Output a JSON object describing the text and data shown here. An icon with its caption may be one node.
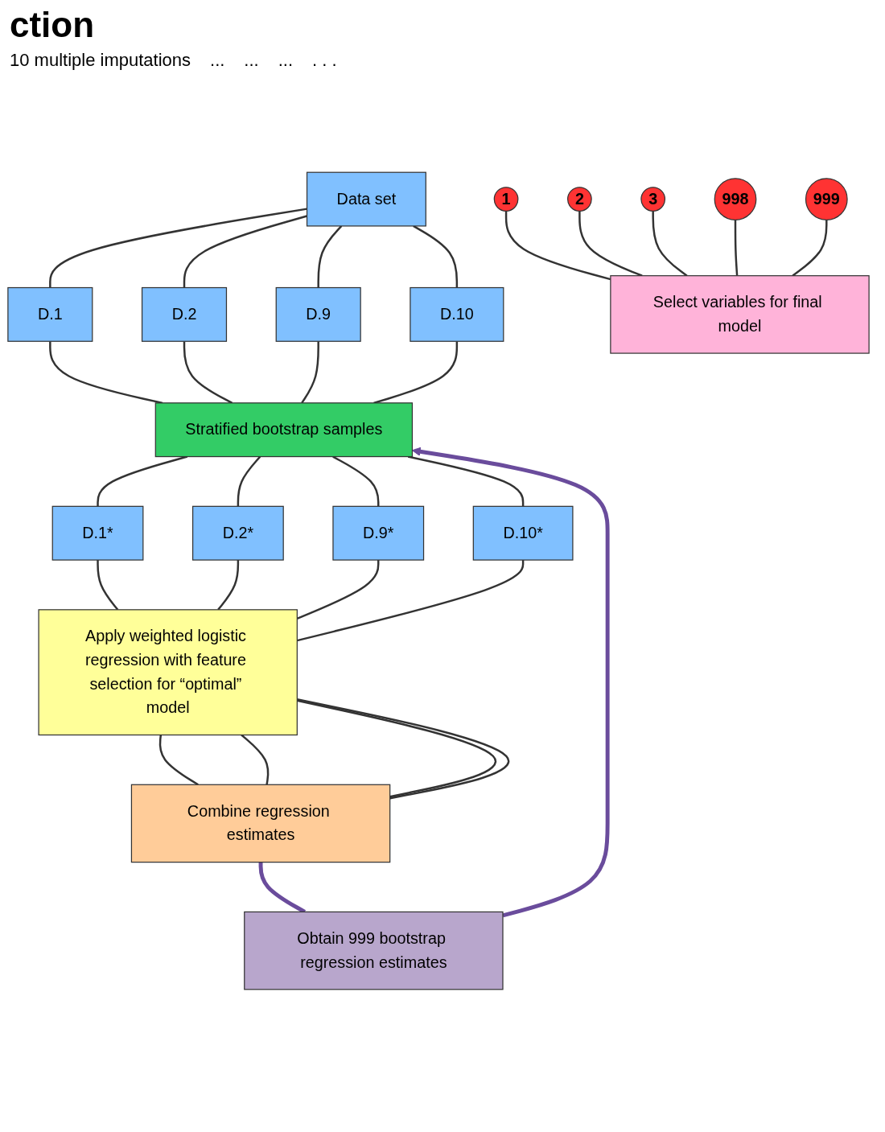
{
  "diagram": {
    "title": "ction",
    "nodes": [
      {
        "text": [
          "Data set"
        ]
      },
      {
        "text": [
          "D.1"
        ]
      },
      {
        "text": [
          "D.2"
        ]
      },
      {
        "text": [
          "D.9"
        ]
      },
      {
        "text": [
          "D.10"
        ]
      },
      {
        "text": [
          "Stratified bootstrap samples"
        ]
      },
      {
        "text": [
          "D.1*"
        ]
      },
      {
        "text": [
          "D.2*"
        ]
      },
      {
        "text": [
          "D.9*"
        ]
      },
      {
        "text": [
          "D.10*"
        ]
      },
      {
        "text": [
          "Apply weighted logistic regression with feature selection for “optimal” model"
        ]
      },
      {
        "text": [
          "Combine regression estimates"
        ]
      },
      {
        "text": [
          "Obtain 999 bootstrap regression estimates"
        ]
      },
      {
        "text": [
          "1"
        ]
      },
      {
        "text": [
          "2"
        ]
      },
      {
        "text": [
          "3"
        ]
      },
      {
        "text": [
          "998"
        ]
      },
      {
        "text": [
          "999"
        ]
      },
      {
        "text": [
          "Select variables for final model"
        ]
      }
    ],
    "edges": [
      {
        "from": 0,
        "to": 1,
        "arrow": "none"
      },
      {
        "from": 0,
        "to": 2,
        "arrow": "none"
      },
      {
        "from": 0,
        "to": 3,
        "arrow": "none"
      },
      {
        "from": 0,
        "to": 4,
        "arrow": "none"
      },
      {
        "from": 1,
        "to": 5,
        "arrow": "none"
      },
      {
        "from": 2,
        "to": 5,
        "arrow": "none"
      },
      {
        "from": 3,
        "to": 5,
        "arrow": "none"
      },
      {
        "from": 4,
        "to": 5,
        "arrow": "none"
      },
      {
        "from": 5,
        "to": 6,
        "arrow": "none"
      },
      {
        "from": 5,
        "to": 7,
        "arrow": "none"
      },
      {
        "from": 5,
        "to": 8,
        "arrow": "none"
      },
      {
        "from": 5,
        "to": 9,
        "arrow": "none"
      },
      {
        "from": 6,
        "to": 10,
        "arrow": "none"
      },
      {
        "from": 7,
        "to": 10,
        "arrow": "none"
      },
      {
        "from": 8,
        "to": 10,
        "arrow": "none"
      },
      {
        "from": 9,
        "to": 10,
        "arrow": "none"
      },
      {
        "from": 10,
        "to": 11,
        "arrow": "none"
      },
      {
        "from": 10,
        "to": 11,
        "arrow": "none"
      },
      {
        "from": 10,
        "to": 11,
        "arrow": "none"
      },
      {
        "from": 10,
        "to": 11,
        "arrow": "none"
      },
      {
        "from": 11,
        "to": 12,
        "arrow": "none",
        "style": "thick",
        "color": "#6a4c9c"
      },
      {
        "from": 12,
        "to": 5,
        "arrow": "to",
        "style": "thick",
        "color": "#6a4c9c"
      },
      {
        "from": 13,
        "to": 18,
        "arrow": "none"
      },
      {
        "from": 14,
        "to": 18,
        "arrow": "none"
      },
      {
        "from": 15,
        "to": 18,
        "arrow": "none"
      },
      {
        "from": 16,
        "to": 18,
        "arrow": "none"
      },
      {
        "from": 17,
        "to": 18,
        "arrow": "none"
      }
    ],
    "labels": [
      "10 multiple imputations",
      "...",
      "...",
      "...",
      ". . ."
    ]
  }
}
